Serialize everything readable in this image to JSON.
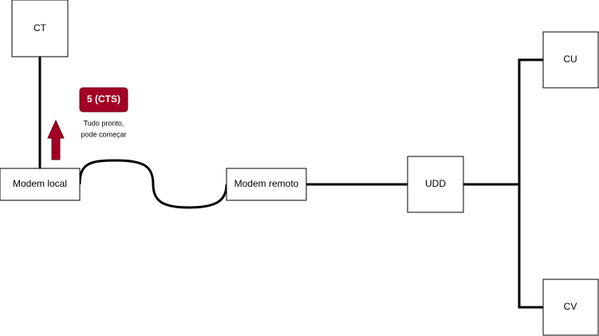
{
  "nodes": {
    "ct": "CT",
    "modem_local": "Modem local",
    "modem_remoto": "Modem remoto",
    "udd": "UDD",
    "cu": "CU",
    "cv": "CV"
  },
  "signal": {
    "badge": "5 (CTS)",
    "note_line1": "Tudo pronto,",
    "note_line2": "pode começar",
    "color": "#a20025"
  },
  "colors": {
    "line": "#000000",
    "box_stroke": "#000000",
    "box_fill": "#ffffff"
  }
}
